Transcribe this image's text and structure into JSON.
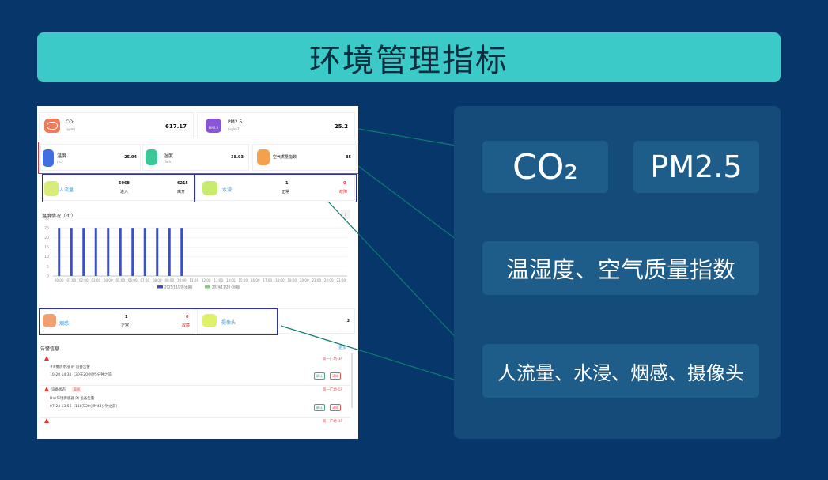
{
  "title": "环境管理指标",
  "screenshot": {
    "co2": {
      "label": "CO₂",
      "unit": "(ppm)",
      "value": "617.17"
    },
    "pm25": {
      "label": "PM2.5",
      "unit": "(ug/m3)",
      "value": "25.2",
      "icon_text": "PM2.5"
    },
    "temp": {
      "label": "温度",
      "unit": "(℃)",
      "value": "25.94"
    },
    "humidity": {
      "label": "湿度",
      "unit": "(%rh)",
      "value": "38.93"
    },
    "aqi": {
      "label": "空气质量指数",
      "value": "85"
    },
    "people": {
      "label": "人流量",
      "in_value": "5068",
      "in_label": "进入",
      "out_value": "6215",
      "out_label": "离开"
    },
    "water": {
      "label": "水浸",
      "count": "1",
      "status": "正常",
      "fault_count": "0",
      "fault_label": "故障"
    },
    "smoke": {
      "label": "烟感",
      "count": "1",
      "status": "正常",
      "fault_count": "0",
      "fault_label": "故障"
    },
    "camera": {
      "label": "摄像头",
      "count": "3"
    },
    "chart_title": "温度情况（℃）",
    "alerts_title": "告警信息",
    "alerts_more": "更多",
    "alerts": [
      {
        "title": "",
        "line1": "##機房水浸 的 设备告警",
        "line2": "10-20 14:31（30天20小时5分钟之前）",
        "location": "第一广场-3F",
        "btn1": "确认",
        "btn2": "清除",
        "tag": ""
      },
      {
        "title": "设备状态",
        "line1": "Nas环境传感器 的 设备告警",
        "line2": "07-24 13:56（118天20小时44分钟之前）",
        "location": "第一广场-1F",
        "btn1": "确认",
        "btn2": "清除",
        "tag": "离线"
      },
      {
        "title": "",
        "line1": "",
        "line2": "",
        "location": "第一广场-3F",
        "btn1": "",
        "btn2": "",
        "tag": ""
      }
    ]
  },
  "chart_data": {
    "type": "bar",
    "title": "温度情况（℃）",
    "categories": [
      "00:00",
      "01:00",
      "02:00",
      "03:00",
      "04:00",
      "05:00",
      "06:00",
      "07:00",
      "08:00",
      "09:00",
      "10:00",
      "11:00",
      "12:00",
      "13:00",
      "14:00",
      "15:00",
      "16:00",
      "17:00",
      "18:00",
      "19:00",
      "20:00",
      "21:00",
      "22:00",
      "23:00"
    ],
    "series": [
      {
        "name": "2025/11/20 (本期)",
        "values": [
          25,
          25,
          25,
          25,
          25,
          25,
          25,
          25,
          25,
          25,
          25,
          null,
          null,
          null,
          null,
          null,
          null,
          null,
          null,
          null,
          null,
          null,
          null,
          null
        ],
        "color": "#3a4fc9"
      },
      {
        "name": "2024/11/20 (同期)",
        "values": [
          null,
          null,
          null,
          null,
          null,
          null,
          null,
          null,
          null,
          null,
          null,
          null,
          null,
          null,
          null,
          null,
          null,
          null,
          null,
          null,
          null,
          null,
          null,
          null
        ],
        "color": "#7bd46b"
      }
    ],
    "yticks": [
      0,
      5,
      10,
      15,
      20,
      25,
      30
    ],
    "ylim": [
      0,
      30
    ],
    "grid": true,
    "legend": "bottom"
  },
  "features": {
    "co2": "CO₂",
    "pm25": "PM2.5",
    "th_aqi": "温湿度、空气质量指数",
    "sensors": "人流量、水浸、烟感、摄像头"
  },
  "colors": {
    "background": "#07376a",
    "title_bar": "#3ccac8",
    "panel": "#154b79",
    "feature_box": "#1e5d8a",
    "highlight_red": "#e0333a",
    "highlight_blue": "#2b2fb0",
    "connector": "#0e7a6e"
  }
}
